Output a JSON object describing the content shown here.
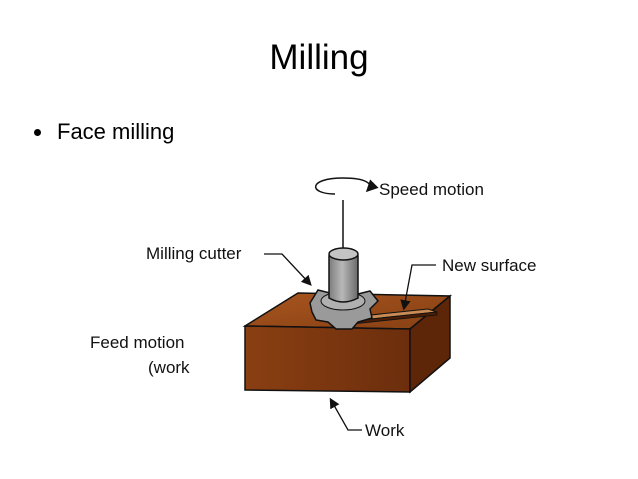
{
  "slide": {
    "title": "Milling",
    "bullets": [
      "Face milling"
    ]
  },
  "diagram": {
    "labels": {
      "speed_motion": "Speed motion",
      "milling_cutter": "Milling cutter",
      "new_surface": "New surface",
      "feed_motion_line1": "Feed motion",
      "feed_motion_line2": "(work",
      "work": "Work"
    },
    "colors": {
      "work_top": "#9b4a1c",
      "work_front": "#7a3510",
      "work_side": "#5e2608",
      "cutter_body": "#9a9a9a",
      "cutter_shade": "#6f6f6f"
    },
    "icons": [
      "rotation-arrow-icon"
    ]
  }
}
